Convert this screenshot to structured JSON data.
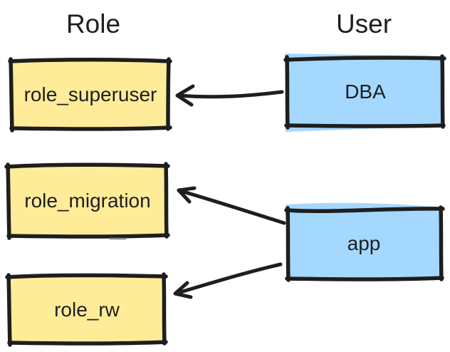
{
  "diagram": {
    "columns": [
      {
        "label": "Role"
      },
      {
        "label": "User"
      }
    ],
    "role_nodes": [
      {
        "label": "role_superuser"
      },
      {
        "label": "role_migration"
      },
      {
        "label": "role_rw"
      }
    ],
    "user_nodes": [
      {
        "label": "DBA"
      },
      {
        "label": "app"
      }
    ],
    "edges": [
      {
        "from": "DBA",
        "to": "role_superuser",
        "arrowhead": "at-role"
      },
      {
        "from": "app",
        "to": "role_migration",
        "arrowhead": "at-role"
      },
      {
        "from": "app",
        "to": "role_rw",
        "arrowhead": "at-role"
      }
    ],
    "colors": {
      "role_fill": "#ffec99",
      "user_fill": "#a5d8ff",
      "stroke": "#1e1e1e",
      "background": "#ffffff"
    }
  }
}
